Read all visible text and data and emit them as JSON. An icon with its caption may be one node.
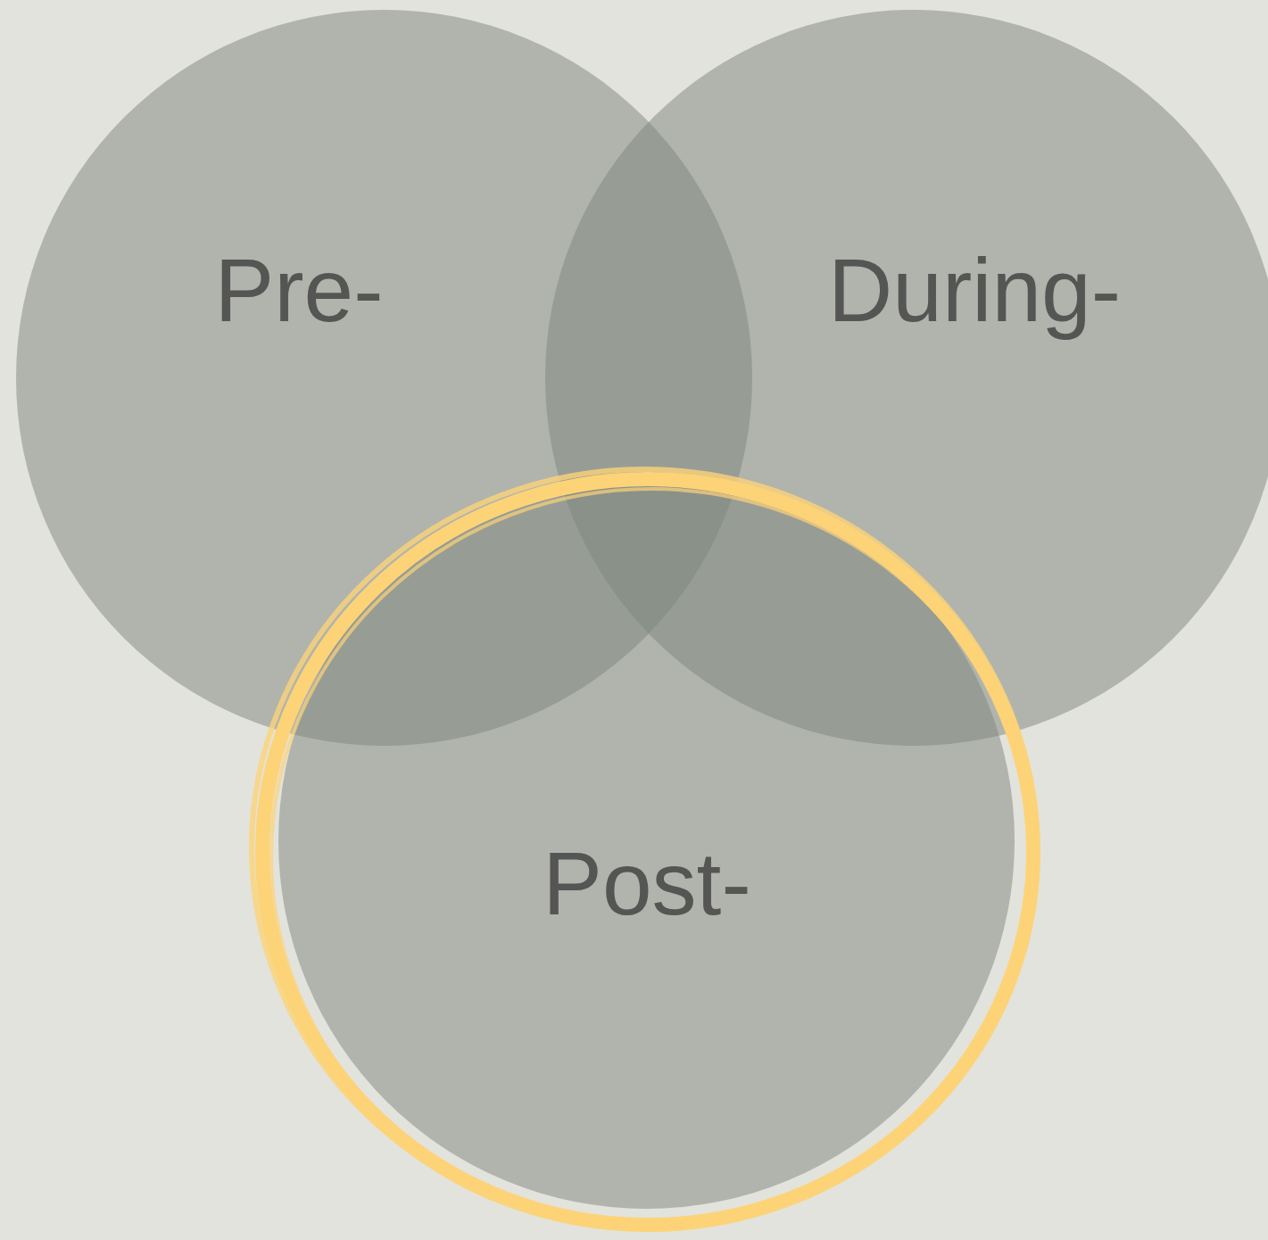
{
  "diagram": {
    "nodes": [
      {
        "text": [
          "Pre-"
        ]
      },
      {
        "text": [
          "During-"
        ]
      },
      {
        "text": [
          "Post-"
        ]
      }
    ]
  }
}
